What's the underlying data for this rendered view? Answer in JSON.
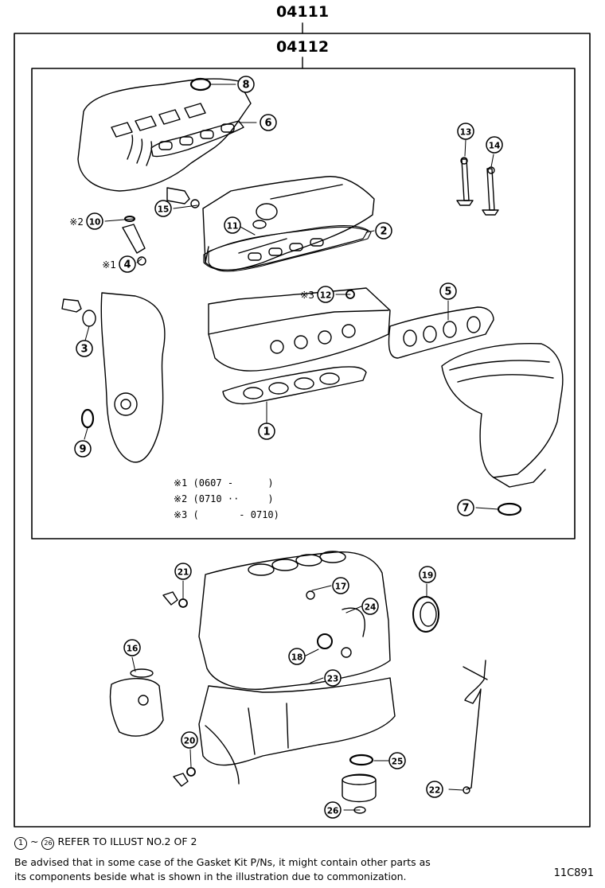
{
  "kit_codes": {
    "outer": "04111",
    "inner": "04112"
  },
  "callouts": [
    {
      "id": "1",
      "num": "1",
      "prefix": ""
    },
    {
      "id": "2",
      "num": "2",
      "prefix": ""
    },
    {
      "id": "3",
      "num": "3",
      "prefix": ""
    },
    {
      "id": "4",
      "num": "4",
      "prefix": "※1"
    },
    {
      "id": "5",
      "num": "5",
      "prefix": ""
    },
    {
      "id": "6",
      "num": "6",
      "prefix": ""
    },
    {
      "id": "7",
      "num": "7",
      "prefix": ""
    },
    {
      "id": "8",
      "num": "8",
      "prefix": ""
    },
    {
      "id": "9",
      "num": "9",
      "prefix": ""
    },
    {
      "id": "10",
      "num": "10",
      "prefix": "※2"
    },
    {
      "id": "11",
      "num": "11",
      "prefix": ""
    },
    {
      "id": "12",
      "num": "12",
      "prefix": "※3"
    },
    {
      "id": "13",
      "num": "13",
      "prefix": ""
    },
    {
      "id": "14",
      "num": "14",
      "prefix": ""
    },
    {
      "id": "15",
      "num": "15",
      "prefix": ""
    },
    {
      "id": "16",
      "num": "16",
      "prefix": ""
    },
    {
      "id": "17",
      "num": "17",
      "prefix": ""
    },
    {
      "id": "18",
      "num": "18",
      "prefix": ""
    },
    {
      "id": "19",
      "num": "19",
      "prefix": ""
    },
    {
      "id": "20",
      "num": "20",
      "prefix": ""
    },
    {
      "id": "21",
      "num": "21",
      "prefix": ""
    },
    {
      "id": "22",
      "num": "22",
      "prefix": ""
    },
    {
      "id": "23",
      "num": "23",
      "prefix": ""
    },
    {
      "id": "24",
      "num": "24",
      "prefix": ""
    },
    {
      "id": "25",
      "num": "25",
      "prefix": ""
    },
    {
      "id": "26",
      "num": "26",
      "prefix": ""
    }
  ],
  "notes": [
    "※1 (0607 -      )",
    "※2 (0710 ··     )",
    "※3 (       - 0710)"
  ],
  "footer": {
    "range_start": "1",
    "range_sep": "~",
    "range_end": "26",
    "refer_text": "REFER TO ILLUST NO.2 OF 2",
    "advisory_line1": "Be advised that in some case of the Gasket Kit P/Ns,  it might contain other parts as",
    "advisory_line2": "its components beside what is shown in the illustration due to commonization.",
    "illustration_code": "11C891"
  }
}
